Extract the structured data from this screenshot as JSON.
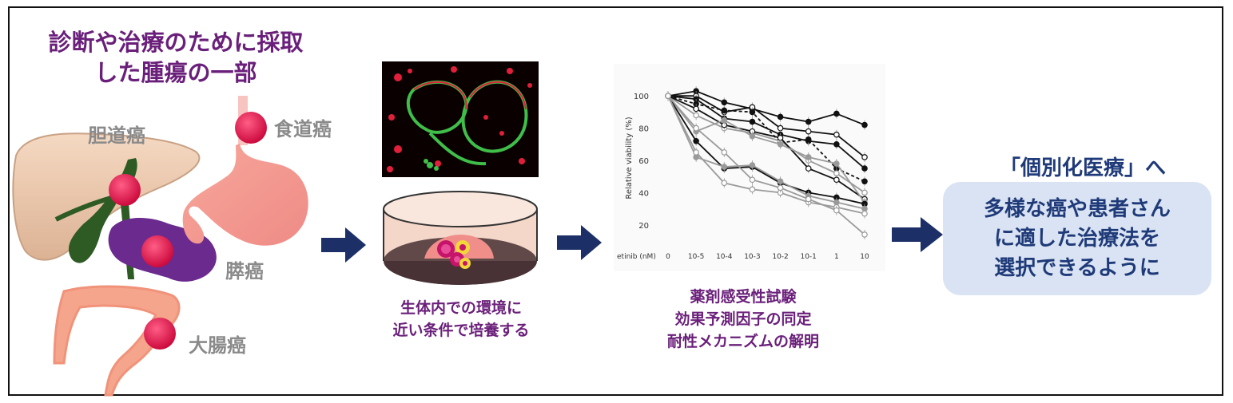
{
  "intro": {
    "line1": "診断や治療のために採取",
    "line2": "した腫瘍の一部"
  },
  "organs": {
    "biliary": "胆道癌",
    "esophageal": "食道癌",
    "pancreatic": "膵癌",
    "colorectal": "大腸癌"
  },
  "culture_caption": {
    "line1": "生体内での環境に",
    "line2": "近い条件で培養する"
  },
  "assay_caption": {
    "line1": "薬剤感受性試験",
    "line2": "効果予測因子の同定",
    "line3": "耐性メカニズムの解明"
  },
  "goal": {
    "title": "「個別化医療」へ",
    "line1": "多様な癌や患者さん",
    "line2": "に適した治療法を",
    "line3": "選択できるように"
  },
  "chart_data": {
    "type": "line",
    "ylabel": "Relative viability  (%)",
    "xlabel_prefix": "etinib (nM)",
    "x_ticks": [
      "0",
      "10-5",
      "10-4",
      "10-3",
      "10-2",
      "10-1",
      "1",
      "10"
    ],
    "y_ticks": [
      "20",
      "40",
      "60",
      "80",
      "100"
    ],
    "ylim": [
      10,
      110
    ],
    "series": [
      {
        "values": [
          100,
          103,
          96,
          92,
          87,
          84,
          89,
          82
        ],
        "style": "black-filled"
      },
      {
        "values": [
          100,
          100,
          90,
          93,
          80,
          78,
          76,
          62
        ],
        "style": "black-open"
      },
      {
        "values": [
          100,
          98,
          86,
          84,
          76,
          72,
          70,
          55
        ],
        "style": "black-filled"
      },
      {
        "values": [
          100,
          95,
          91,
          90,
          71,
          73,
          55,
          47
        ],
        "style": "black-dashed"
      },
      {
        "values": [
          100,
          88,
          80,
          77,
          72,
          60,
          52,
          40
        ],
        "style": "gray-open"
      },
      {
        "values": [
          100,
          92,
          82,
          78,
          74,
          55,
          48,
          36
        ],
        "style": "black-open"
      },
      {
        "values": [
          100,
          78,
          85,
          75,
          70,
          62,
          58,
          34
        ],
        "style": "gray-filled"
      },
      {
        "values": [
          100,
          72,
          55,
          56,
          46,
          40,
          37,
          33
        ],
        "style": "black-filled"
      },
      {
        "values": [
          100,
          62,
          56,
          57,
          47,
          38,
          34,
          30
        ],
        "style": "gray-filled"
      },
      {
        "values": [
          100,
          65,
          46,
          42,
          40,
          34,
          31,
          27
        ],
        "style": "gray-open"
      },
      {
        "values": [
          100,
          80,
          65,
          48,
          43,
          36,
          29,
          14
        ],
        "style": "gray-open"
      }
    ]
  },
  "colors": {
    "title_purple": "#6a1f7a",
    "navy": "#1f3a78",
    "arrow": "#1c2f66",
    "goal_box": "#d9e3f3",
    "tumor": "#e0174a"
  }
}
